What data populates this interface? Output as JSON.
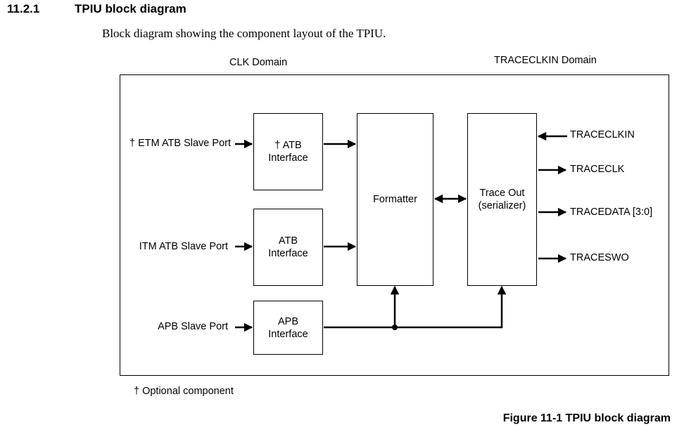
{
  "section": {
    "number": "11.2.1",
    "title": "TPIU block diagram"
  },
  "intro": "Block diagram showing the component layout of the TPIU.",
  "domains": {
    "clk": "CLK Domain",
    "traceclkin": "TRACECLKIN Domain"
  },
  "blocks": {
    "etm_atb": "† ATB\nInterface",
    "itm_atb": "ATB\nInterface",
    "apb": "APB\nInterface",
    "formatter": "Formatter",
    "trace_out": "Trace Out\n(serializer)"
  },
  "inputs": {
    "etm": "† ETM ATB Slave Port",
    "itm": "ITM ATB Slave Port",
    "apb": "APB Slave Port"
  },
  "signals": {
    "traceclkin": "TRACECLKIN",
    "traceclk": "TRACECLK",
    "tracedata": "TRACEDATA [3:0]",
    "traceswo": "TRACESWO"
  },
  "footnote": "† Optional component",
  "caption": "Figure 11-1  TPIU block diagram"
}
